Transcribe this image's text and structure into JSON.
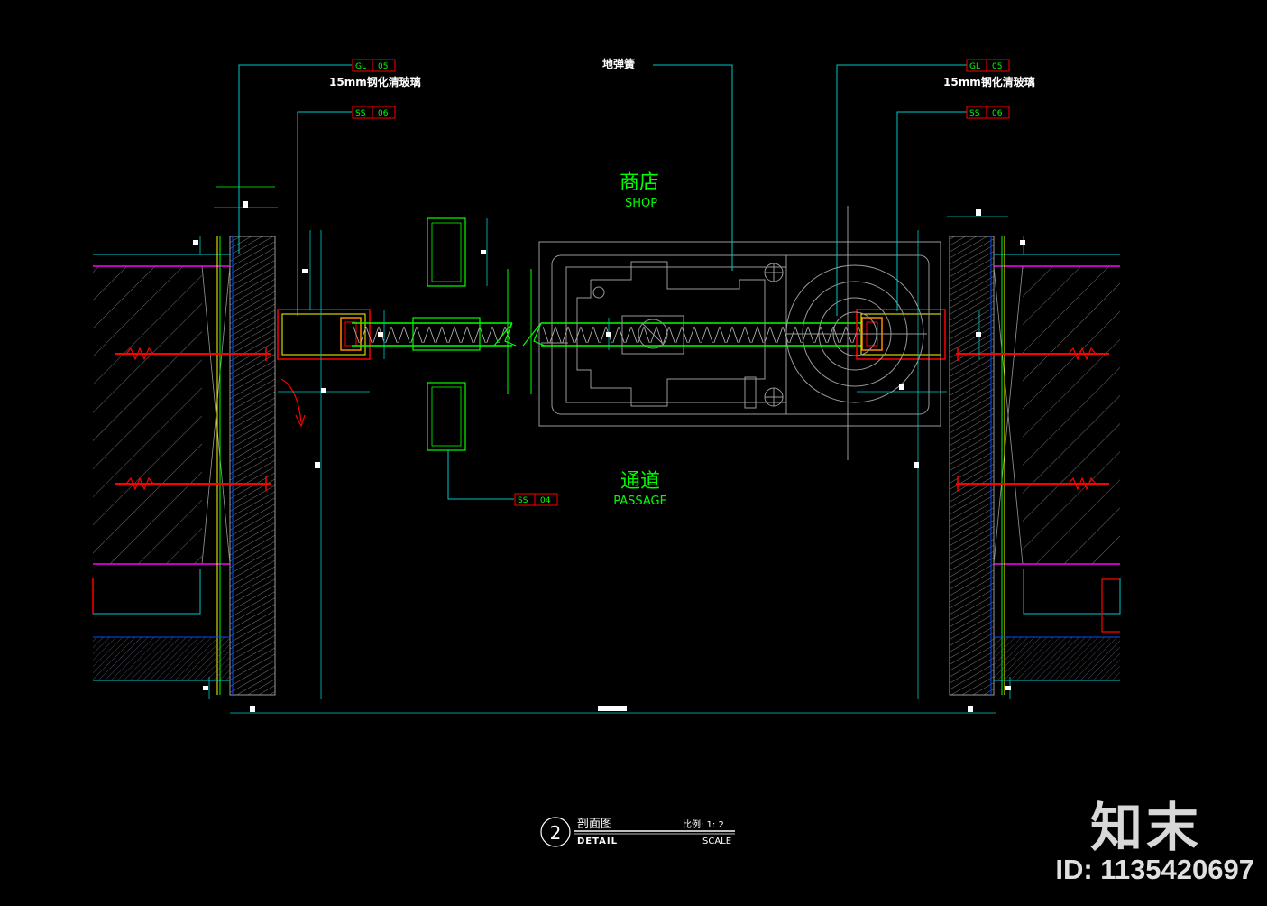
{
  "callouts": {
    "left_glass": {
      "code": "GL",
      "num": "05",
      "desc": "15mm钢化清玻璃"
    },
    "left_steel": {
      "code": "SS",
      "num": "06"
    },
    "right_glass": {
      "code": "GL",
      "num": "05",
      "desc": "15mm钢化清玻璃"
    },
    "right_steel": {
      "code": "SS",
      "num": "06"
    },
    "bottom_steel": {
      "code": "SS",
      "num": "04"
    },
    "floor_spring": "地弹簧"
  },
  "zones": {
    "shop_cn": "商店",
    "shop_en": "SHOP",
    "passage_cn": "通道",
    "passage_en": "PASSAGE"
  },
  "title_block": {
    "number": "2",
    "title_cn": "剖面图",
    "title_en": "DETAIL",
    "scale_label": "比例: 1: 2",
    "scale_en": "SCALE"
  },
  "watermark": {
    "brand": "知末",
    "id": "ID: 1135420697"
  },
  "colors": {
    "green": "#00ff00",
    "cyan": "#00c8c8",
    "magenta": "#ff00ff",
    "red": "#ff0000",
    "yellow": "#ffff00",
    "gray": "#9a9a9a"
  }
}
